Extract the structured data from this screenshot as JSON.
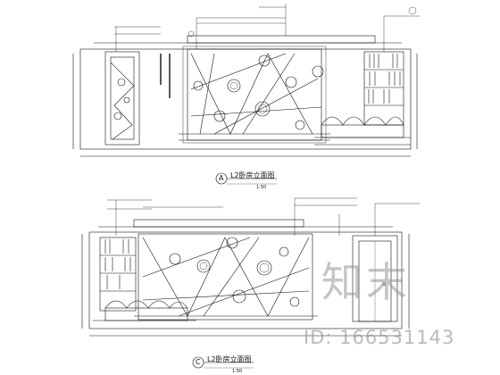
{
  "drawing": {
    "elevations": [
      {
        "marker_letter": "A",
        "title": "L2卧房立面图",
        "scale": "1:50"
      },
      {
        "marker_letter": "C",
        "title": "L2卧房立面图",
        "scale": "1:50"
      }
    ]
  },
  "watermark": {
    "site_text": "知末",
    "id_text": "ID: 166531143"
  },
  "colors": {
    "line": "#111111",
    "watermark": "#999999"
  }
}
